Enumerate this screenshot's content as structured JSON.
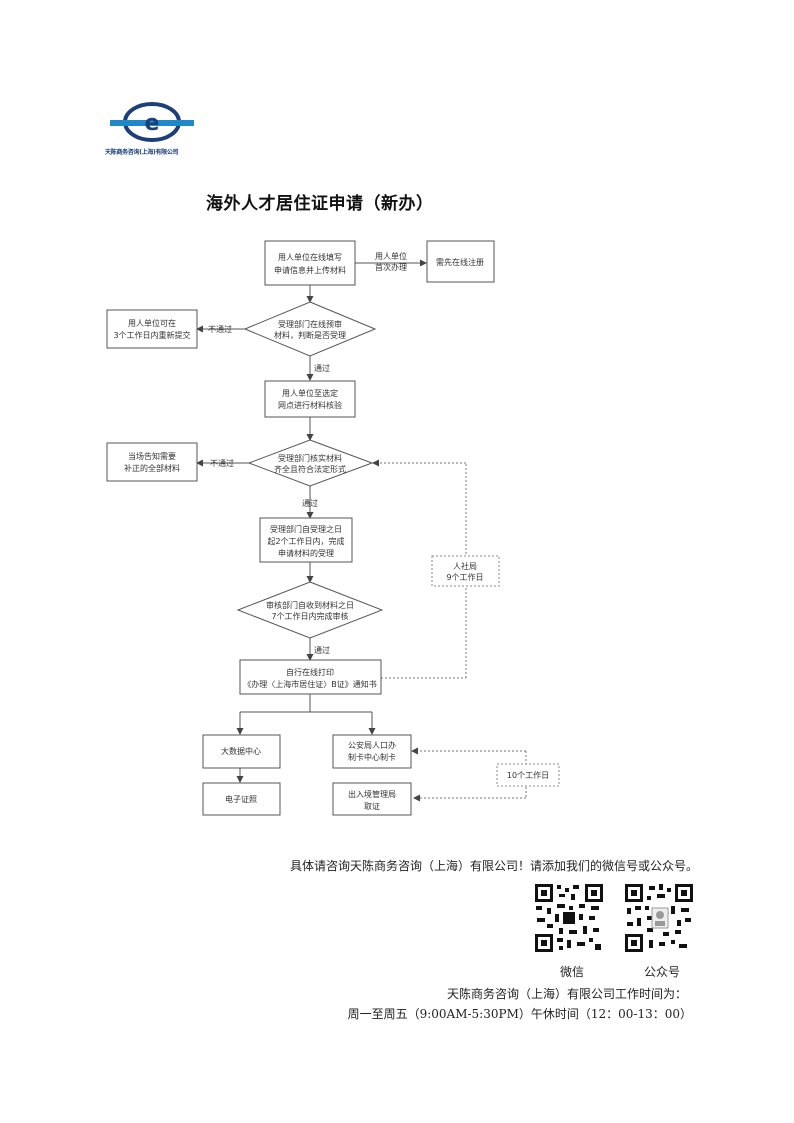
{
  "logo": {
    "company_text": "天陈商务咨询(上海)有限公司"
  },
  "title": "海外人才居住证申请（新办）",
  "flow": {
    "n1": [
      "用人单位在线填写",
      "申请信息并上传材料"
    ],
    "n1_side_label": [
      "用人单位",
      "首次办理"
    ],
    "n1_side": "需先在线注册",
    "d1": [
      "受理部门在线预审",
      "材料，判断是否受理"
    ],
    "d1_fail_label": "不通过",
    "d1_fail": [
      "用人单位可在",
      "3个工作日内重新提交"
    ],
    "pass1": "通过",
    "n2": [
      "用人单位至选定",
      "网点进行材料核验"
    ],
    "d2": [
      "受理部门核实材料",
      "齐全且符合法定形式"
    ],
    "d2_fail_label": "不通过",
    "d2_fail": [
      "当场告知需要",
      "补正的全部材料"
    ],
    "pass2": "通过",
    "n3": [
      "受理部门自受理之日",
      "起2个工作日内，完成",
      "申请材料的受理"
    ],
    "side_box": [
      "人社局",
      "9个工作日"
    ],
    "d3": [
      "审核部门自收到材料之日",
      "7个工作日内完成审核"
    ],
    "pass3": "通过",
    "n4": [
      "自行在线打印",
      "《办理〈上海市居住证〉B证》通知书"
    ],
    "n5": "大数据中心",
    "n6": [
      "公安局人口办",
      "制卡中心制卡"
    ],
    "n7": "电子证照",
    "n8": [
      "出入境管理局",
      "取证"
    ],
    "side_box2": "10个工作日"
  },
  "footer": {
    "line1": "具体请咨询天陈商务咨询（上海）有限公司！请添加我们的微信号或公众号。",
    "qr1_caption": "微信",
    "qr2_caption": "公众号",
    "line2": "天陈商务咨询（上海）有限公司工作时间为：",
    "line3": "周一至周五（9:00AM-5:30PM）午休时间（12：00-13：00）"
  }
}
